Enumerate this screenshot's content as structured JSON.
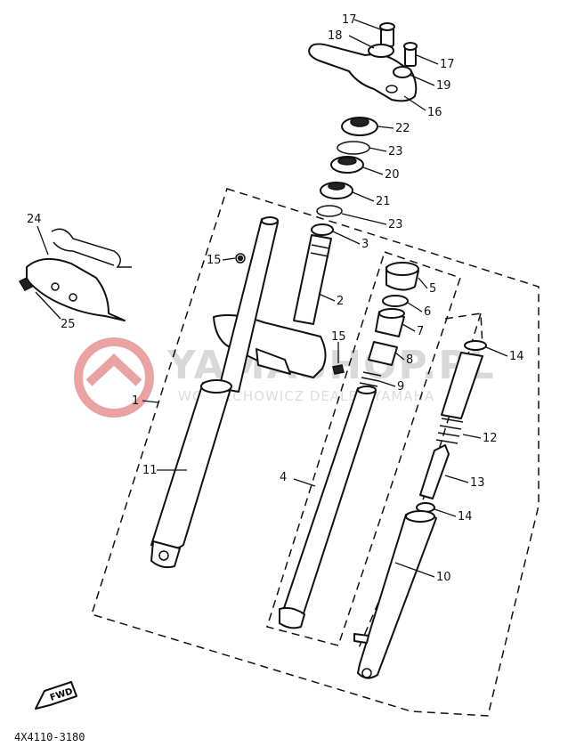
{
  "diagram": {
    "drawing_code": "4X4110-3180",
    "fwd_label": "FWD",
    "watermark": {
      "line1": "YAMASHOP.PL",
      "line2": "WOJCIECHOWICZ DEALER YAMAHA"
    },
    "callouts": {
      "p1": "1",
      "p2": "2",
      "p3": "3",
      "p4": "4",
      "p5": "5",
      "p6": "6",
      "p7": "7",
      "p8": "8",
      "p9": "9",
      "p10": "10",
      "p11": "11",
      "p12": "12",
      "p13": "13",
      "p14a": "14",
      "p14b": "14",
      "p15a": "15",
      "p15b": "15",
      "p16": "16",
      "p17a": "17",
      "p17b": "17",
      "p18": "18",
      "p19": "19",
      "p20": "20",
      "p21": "21",
      "p22": "22",
      "p23a": "23",
      "p23b": "23",
      "p24": "24",
      "p25": "25"
    }
  }
}
